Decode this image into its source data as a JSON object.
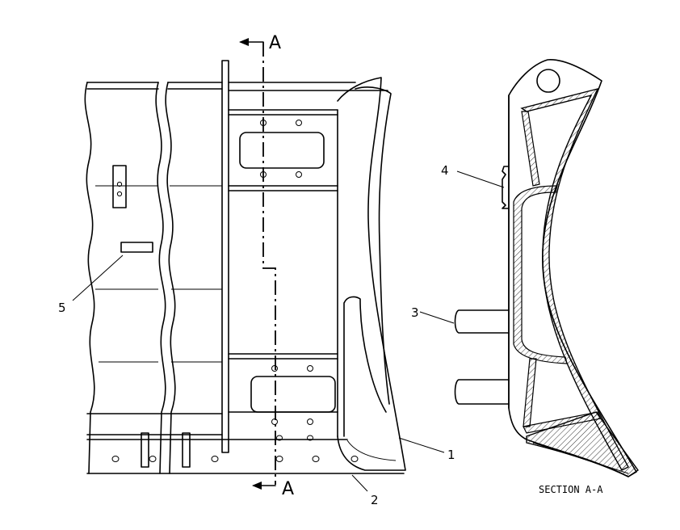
{
  "section_markers": {
    "top": "A",
    "bottom": "A"
  },
  "callouts": [
    {
      "id": "1",
      "text": "1"
    },
    {
      "id": "2",
      "text": "2"
    },
    {
      "id": "3",
      "text": "3"
    },
    {
      "id": "4",
      "text": "4"
    },
    {
      "id": "5",
      "text": "5"
    }
  ],
  "section_caption": "SECTION A-A",
  "colors": {
    "line": "#000000",
    "background": "#ffffff"
  }
}
